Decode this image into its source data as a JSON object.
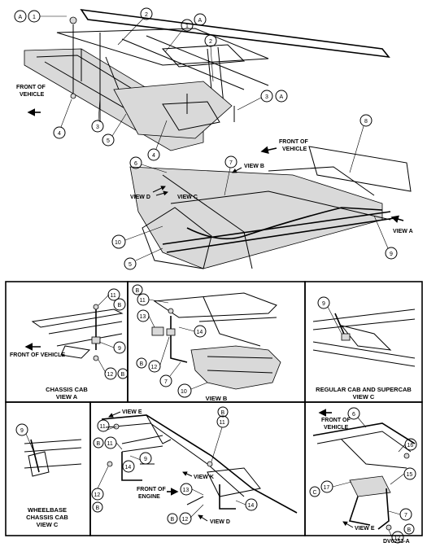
{
  "figure_id": "DV0253-A",
  "top": {
    "front_of_vehicle_left": [
      "FRONT OF",
      "VEHICLE"
    ],
    "front_of_vehicle_right": [
      "FRONT OF",
      "VEHICLE"
    ],
    "view_b": "VIEW B",
    "view_d": "VIEW D",
    "view_c": "VIEW C",
    "view_a": "VIEW A"
  },
  "panel_a": {
    "front_label": "FRONT OF VEHICLE",
    "caption": [
      "CHASSIS CAB",
      "VIEW A"
    ]
  },
  "panel_b": {
    "caption": "VIEW B"
  },
  "panel_c": {
    "caption": [
      "REGULAR CAB AND SUPERCAB",
      "VIEW C"
    ]
  },
  "panel_d": {
    "caption": [
      "WHEELBASE",
      "CHASSIS CAB",
      "VIEW C"
    ]
  },
  "panel_e": {
    "view_e": "VIEW E",
    "view_k": "VIEW K",
    "view_d": "VIEW D",
    "front_of_engine": [
      "FRONT OF",
      "ENGINE"
    ]
  },
  "panel_f": {
    "front_label": [
      "FRONT OF",
      "VEHICLE"
    ],
    "view_e": "VIEW E"
  },
  "callouts": {
    "n1": "1",
    "n2": "2",
    "n3": "3",
    "n4": "4",
    "n5": "5",
    "n6": "6",
    "n7": "7",
    "n8": "8",
    "n9": "9",
    "n10": "10",
    "n11": "11",
    "n12": "12",
    "n13": "13",
    "n14": "14",
    "n15": "15",
    "n16": "16",
    "n17": "17",
    "A": "A",
    "B": "B",
    "C": "C"
  }
}
